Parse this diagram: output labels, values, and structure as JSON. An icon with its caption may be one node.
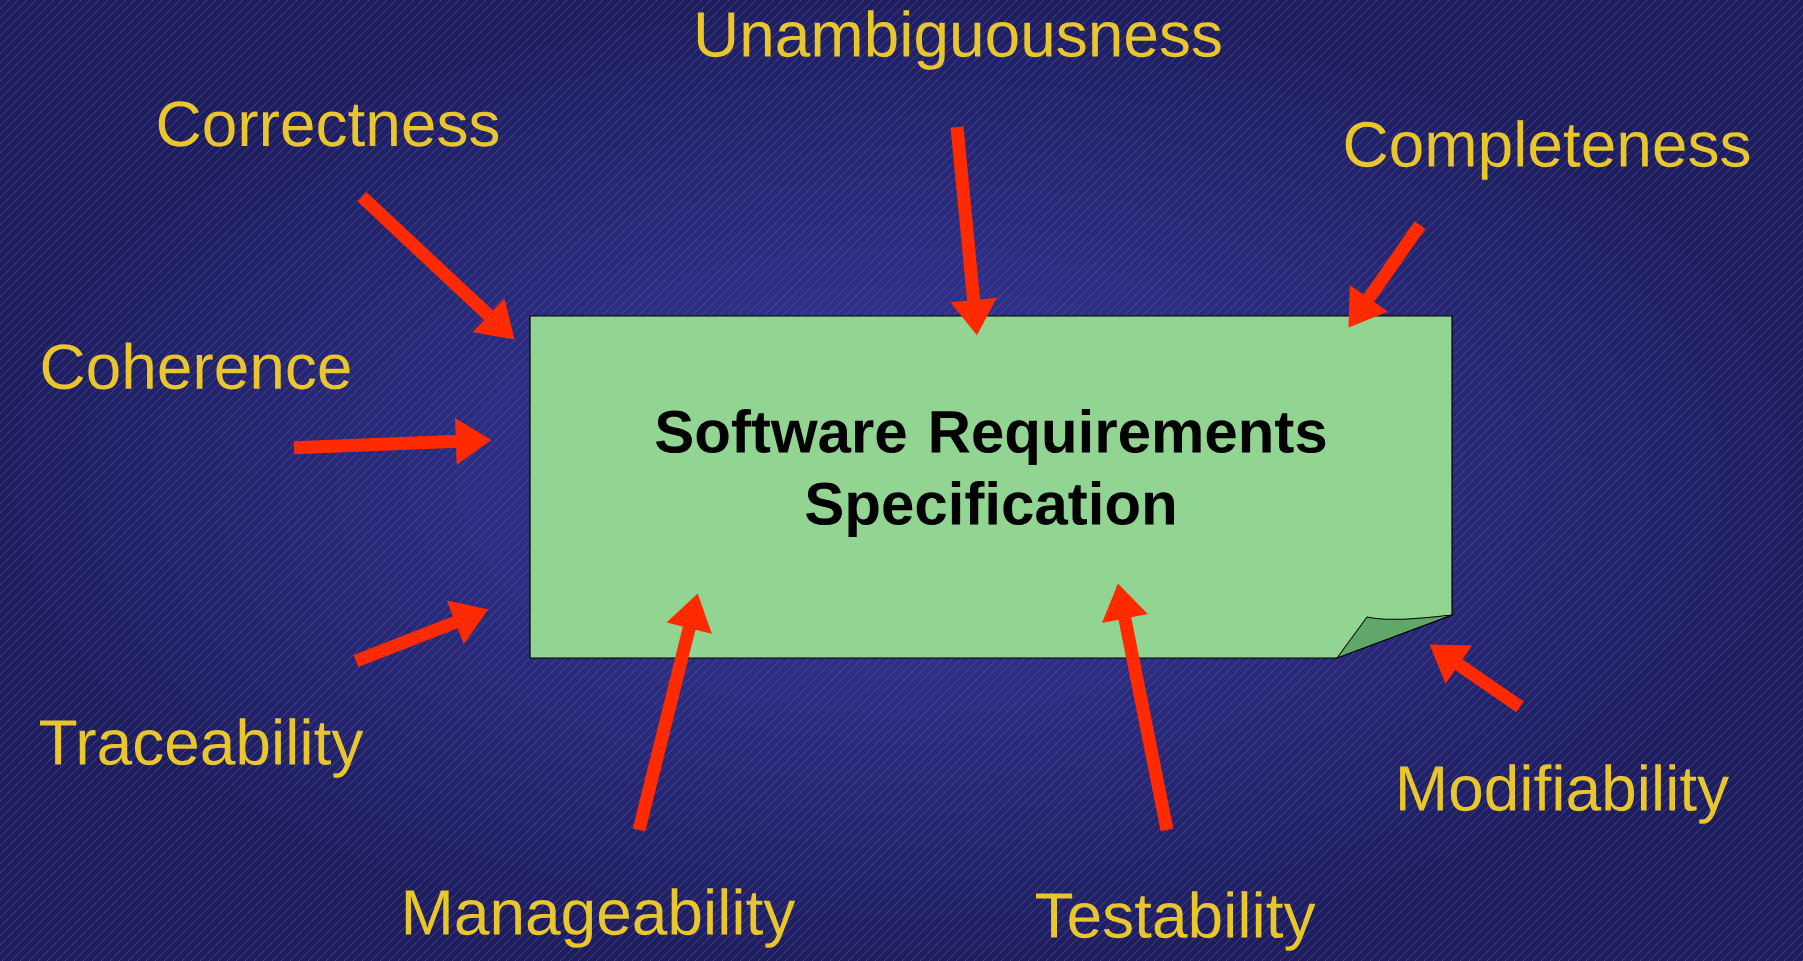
{
  "diagram": {
    "nodes": [
      {
        "text": [
          "Software Requirements Specification"
        ]
      },
      {
        "text": [
          "Correctness"
        ]
      },
      {
        "text": [
          "Unambiguousness"
        ]
      },
      {
        "text": [
          "Completeness"
        ]
      },
      {
        "text": [
          "Coherence"
        ]
      },
      {
        "text": [
          "Traceability"
        ]
      },
      {
        "text": [
          "Manageability"
        ]
      },
      {
        "text": [
          "Testability"
        ]
      },
      {
        "text": [
          "Modifiability"
        ]
      }
    ],
    "edges": [
      {
        "from": 1,
        "to": 0,
        "arrow": "to"
      },
      {
        "from": 2,
        "to": 0,
        "arrow": "to"
      },
      {
        "from": 3,
        "to": 0,
        "arrow": "to"
      },
      {
        "from": 4,
        "to": 0,
        "arrow": "to"
      },
      {
        "from": 5,
        "to": 0,
        "arrow": "to"
      },
      {
        "from": 6,
        "to": 0,
        "arrow": "to"
      },
      {
        "from": 7,
        "to": 0,
        "arrow": "to"
      },
      {
        "from": 8,
        "to": 0,
        "arrow": "to"
      }
    ]
  }
}
